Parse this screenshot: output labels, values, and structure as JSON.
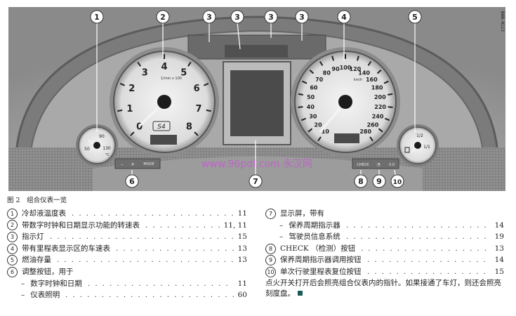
{
  "photo": {
    "side_code": "B8B-0113",
    "watermark": "www.96pdf.com 永汉网",
    "tach_unit": "1/min x 100",
    "speed_unit": "km/h",
    "model_badge": "S4",
    "check_label": "CHECK",
    "mode_label": "MODE",
    "minus_label": "–",
    "plus_label": "+",
    "zero_label": "0.0",
    "fuel_half": "1/2",
    "fuel_full": "1/1",
    "temp_50": "50",
    "temp_90": "90",
    "temp_130": "130",
    "temp_unit": "°C",
    "tach_numbers": [
      "0",
      "1",
      "2",
      "3",
      "4",
      "5",
      "6",
      "7",
      "8"
    ],
    "speed_numbers": [
      "10",
      "20",
      "30",
      "40",
      "50",
      "60",
      "70",
      "80",
      "90",
      "100",
      "120",
      "140",
      "160",
      "180",
      "200",
      "220",
      "240",
      "260",
      "280"
    ]
  },
  "callouts": [
    "1",
    "2",
    "3",
    "3",
    "3",
    "3",
    "4",
    "5",
    "6",
    "7",
    "8",
    "9",
    "10"
  ],
  "caption": "图 2　组合仪表一览",
  "left_items": [
    {
      "num": "1",
      "label": "冷却液温度表",
      "page": "11",
      "sub": false
    },
    {
      "num": "2",
      "label": "带数字时钟和日期显示功能的转速表",
      "page": "11, 11",
      "sub": false
    },
    {
      "num": "3",
      "label": "指示灯",
      "page": "15",
      "sub": false
    },
    {
      "num": "4",
      "label": "带有里程表显示区的车速表",
      "page": "13",
      "sub": false
    },
    {
      "num": "5",
      "label": "燃油存量",
      "page": "13",
      "sub": false
    },
    {
      "num": "6",
      "label": "调整按钮，用于",
      "page": "",
      "sub": false
    },
    {
      "num": "",
      "label": "数字时钟和日期",
      "page": "11",
      "sub": true
    },
    {
      "num": "",
      "label": "仪表照明",
      "page": "60",
      "sub": true
    }
  ],
  "right_items": [
    {
      "num": "7",
      "label": "显示屏，带有",
      "page": "",
      "sub": false
    },
    {
      "num": "",
      "label": "保养周期指示器",
      "page": "14",
      "sub": true
    },
    {
      "num": "",
      "label": "驾驶员信息系统",
      "page": "19",
      "sub": true
    },
    {
      "num": "8",
      "label": "CHECK （检测）按钮",
      "page": "13",
      "sub": false
    },
    {
      "num": "9",
      "label": "保养周期指示器调用按钮",
      "page": "14",
      "sub": false
    },
    {
      "num": "10",
      "label": "单次行驶里程表复位按钮",
      "page": "15",
      "sub": false
    }
  ],
  "note": "点火开关打开后会照亮组合仪表内的指针。如果接通了车灯，则还会照亮刻度盘。"
}
